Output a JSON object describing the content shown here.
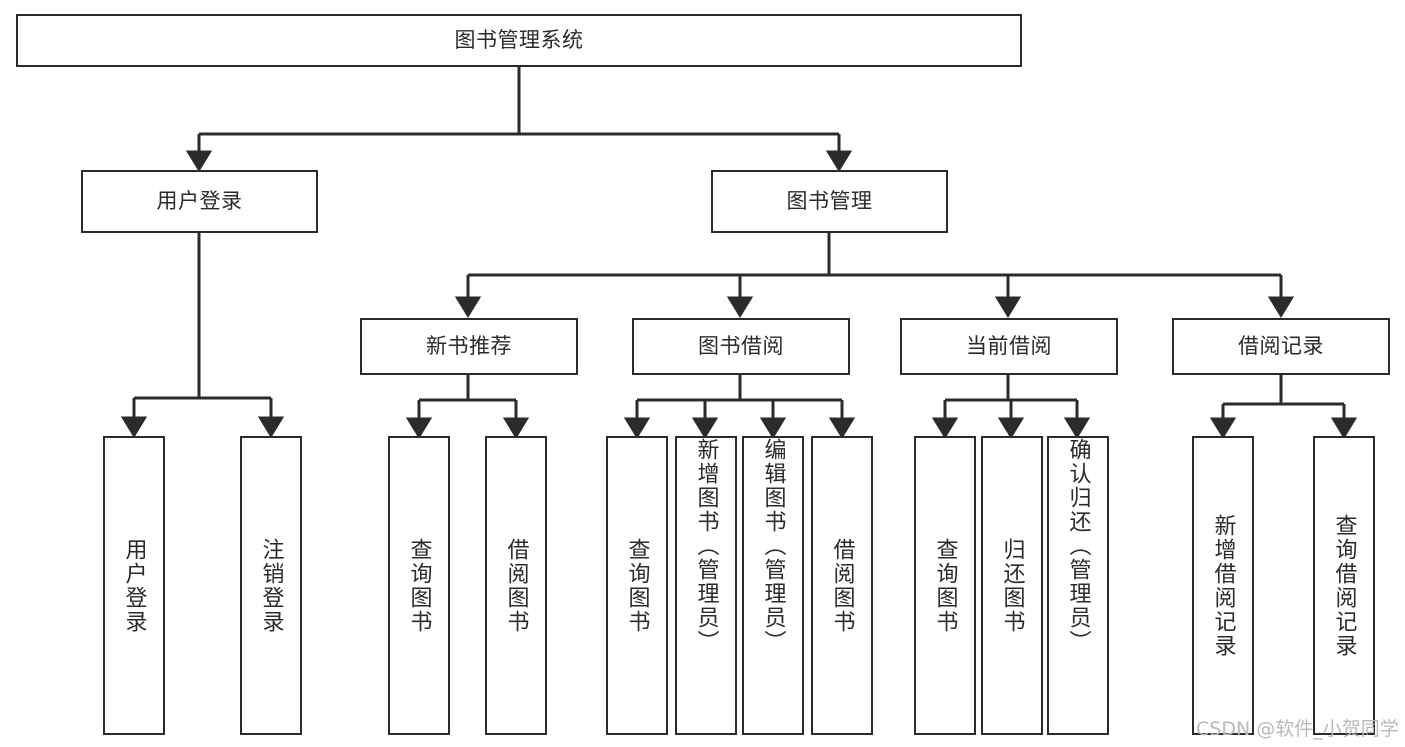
{
  "diagram": {
    "type": "tree",
    "title": "图书管理系统",
    "orientation": "top-down",
    "colors": {
      "box_border": "#2b2b2b",
      "box_fill": "#ffffff",
      "edge": "#2b2b2b",
      "text": "#2b2b2b",
      "watermark": "#b9b9b9",
      "background": "#ffffff"
    },
    "nodes": {
      "root": {
        "label": "图书管理系统"
      },
      "level1": [
        {
          "id": "user-login",
          "label": "用户登录"
        },
        {
          "id": "book-management",
          "label": "图书管理"
        }
      ],
      "level2": [
        {
          "id": "new-book-recommend",
          "label": "新书推荐"
        },
        {
          "id": "book-borrow",
          "label": "图书借阅"
        },
        {
          "id": "current-borrow",
          "label": "当前借阅"
        },
        {
          "id": "borrow-record",
          "label": "借阅记录"
        }
      ],
      "leaves": {
        "user-login": [
          {
            "id": "leaf-user-login",
            "label": "用户登录"
          },
          {
            "id": "leaf-logout-login",
            "label": "注销登录"
          }
        ],
        "new-book-recommend": [
          {
            "id": "leaf-query-book-1",
            "label": "查询图书"
          },
          {
            "id": "leaf-borrow-book-1",
            "label": "借阅图书"
          }
        ],
        "book-borrow": [
          {
            "id": "leaf-query-book-2",
            "label": "查询图书"
          },
          {
            "id": "leaf-add-book",
            "label": "新增图书（管理员）"
          },
          {
            "id": "leaf-edit-book",
            "label": "编辑图书（管理员）"
          },
          {
            "id": "leaf-borrow-book-2",
            "label": "借阅图书"
          }
        ],
        "current-borrow": [
          {
            "id": "leaf-query-book-3",
            "label": "查询图书"
          },
          {
            "id": "leaf-return-book",
            "label": "归还图书"
          },
          {
            "id": "leaf-confirm-return",
            "label": "确认归还（管理员）"
          }
        ],
        "borrow-record": [
          {
            "id": "leaf-add-record",
            "label": "新增借阅记录"
          },
          {
            "id": "leaf-query-record",
            "label": "查询借阅记录"
          }
        ]
      }
    },
    "watermark": "CSDN @软件_小贺同学"
  }
}
